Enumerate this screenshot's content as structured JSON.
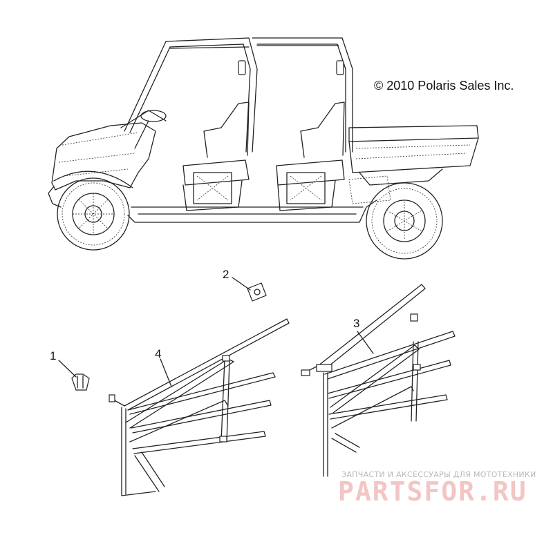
{
  "copyright": "© 2010 Polaris Sales Inc.",
  "callouts": [
    {
      "label": "1"
    },
    {
      "label": "2"
    },
    {
      "label": "3"
    },
    {
      "label": "4"
    }
  ],
  "watermark": {
    "tagline": "ЗАПЧАСТИ И АКСЕССУАРЫ ДЛЯ МОТОТЕХНИКИ",
    "logo": "PARTSFOR.RU"
  },
  "colors": {
    "line": "#222222",
    "background": "#ffffff",
    "watermark_logo": "#f3c5c5",
    "watermark_text": "#b9b9b9"
  }
}
